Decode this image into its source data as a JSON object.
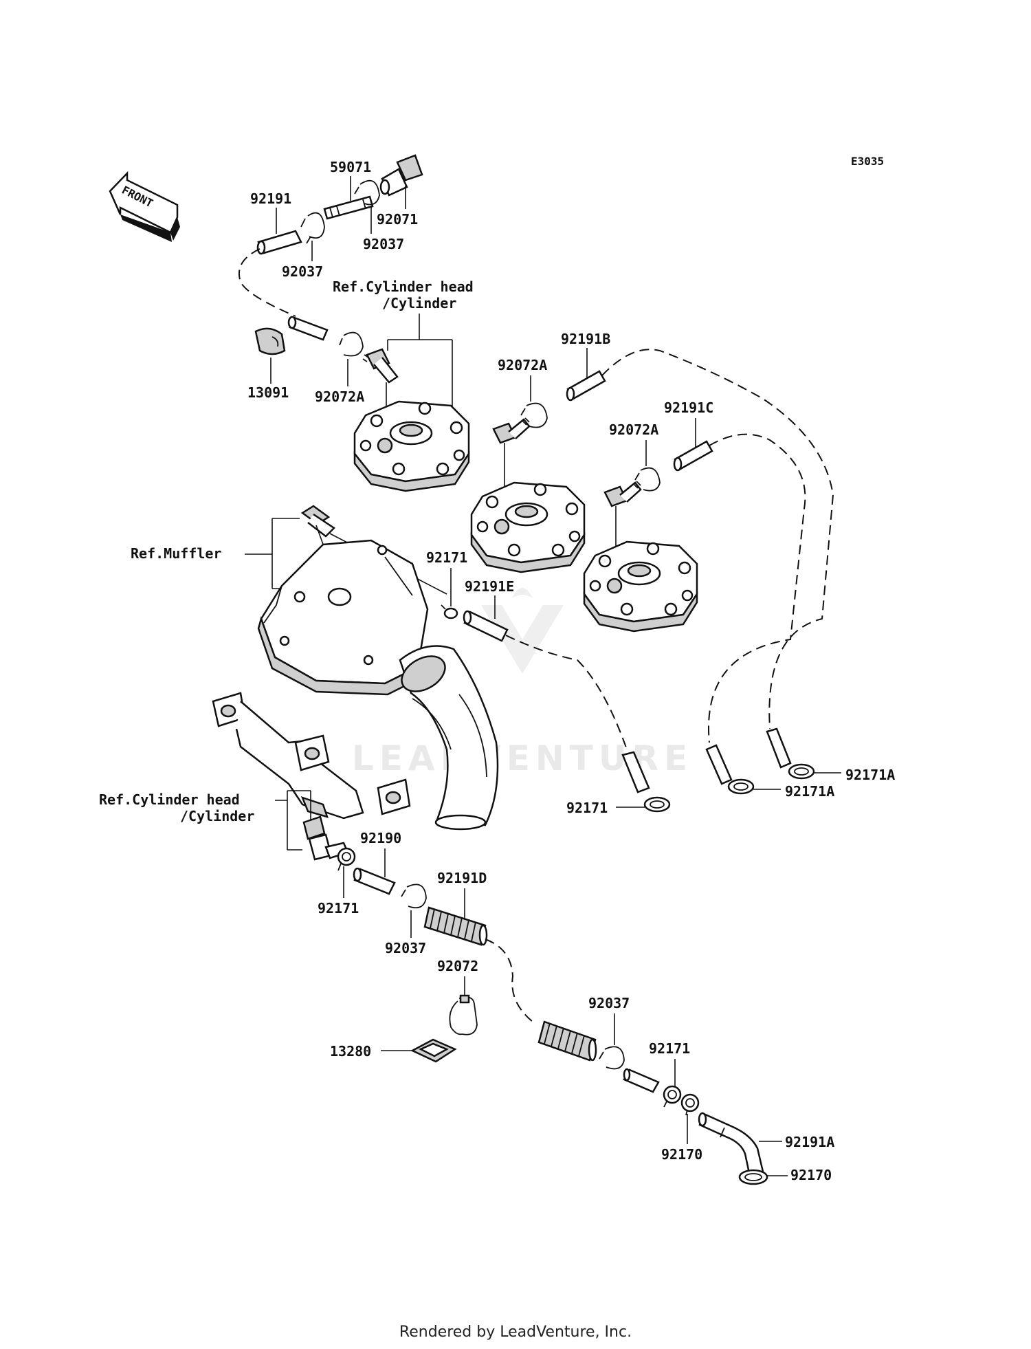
{
  "diagram_code": "E3035",
  "front_label": "FRONT",
  "watermark": "LEADVENTURE",
  "footer": "Rendered by LeadVenture, Inc.",
  "refs": {
    "cyl_head_top_l1": "Ref.Cylinder head",
    "cyl_head_top_l2": "/Cylinder",
    "muffler": "Ref.Muffler",
    "cyl_head_bottom_l1": "Ref.Cylinder head",
    "cyl_head_bottom_l2": "/Cylinder"
  },
  "parts": {
    "p59071": "59071",
    "p92191": "92191",
    "p92037_a": "92037",
    "p92037_b": "92037",
    "p92071": "92071",
    "p13091": "13091",
    "p92072A_a": "92072A",
    "p92072A_b": "92072A",
    "p92072A_c": "92072A",
    "p92191B": "92191B",
    "p92191C": "92191C",
    "p92171_a": "92171",
    "p92191E": "92191E",
    "p92171A_a": "92171A",
    "p92171A_b": "92171A",
    "p92171_b": "92171",
    "p92190": "92190",
    "p92191D": "92191D",
    "p92171_c": "92171",
    "p92037_c": "92037",
    "p92072": "92072",
    "p13280": "13280",
    "p92037_d": "92037",
    "p92171_d": "92171",
    "p92170_a": "92170",
    "p92191A": "92191A",
    "p92170_b": "92170"
  }
}
